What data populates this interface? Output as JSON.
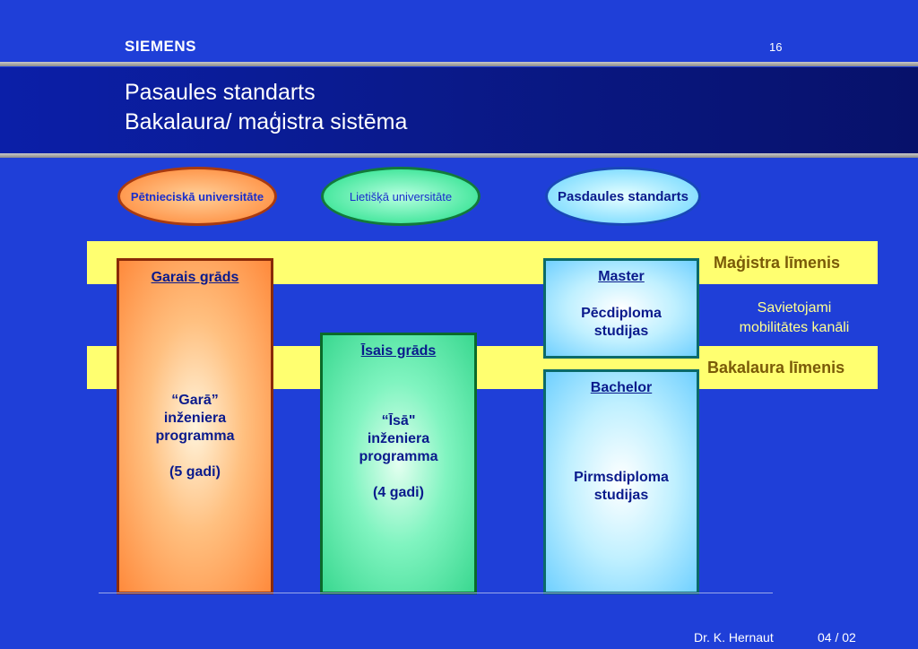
{
  "header": {
    "brand": "SIEMENS",
    "slide_number": "16",
    "title_line1": "Pasaules standarts",
    "title_line2": "Bakalaura/ maģistra sistēma"
  },
  "ovals": {
    "research_university": "Pētnieciskā universitāte",
    "applied_university": "Lietišķā universitāte",
    "world_standard": "Pasdaules standarts"
  },
  "levels": {
    "master_level": "Maģistra līmenis",
    "bachelor_level": "Bakalaura līmenis",
    "mobility_line1": "Savietojami",
    "mobility_line2": "mobilitātes kanāli"
  },
  "boxes": {
    "long_degree": {
      "head": "Garais grāds",
      "line1": "“Garā”",
      "line2": "inženiera",
      "line3": "programma",
      "duration": "(5 gadi)"
    },
    "short_degree": {
      "head": "Īsais grāds",
      "line1": "“Īsā\"",
      "line2": "inženiera",
      "line3": "programma",
      "duration": "(4 gadi)"
    },
    "master": {
      "head": "Master",
      "line1": "Pēcdiploma",
      "line2": "studijas"
    },
    "bachelor": {
      "head": "Bachelor",
      "line1": "Pirmsdiploma",
      "line2": "studijas"
    }
  },
  "footer": {
    "author": "Dr. K. Hernaut",
    "date": "04 / 02"
  }
}
